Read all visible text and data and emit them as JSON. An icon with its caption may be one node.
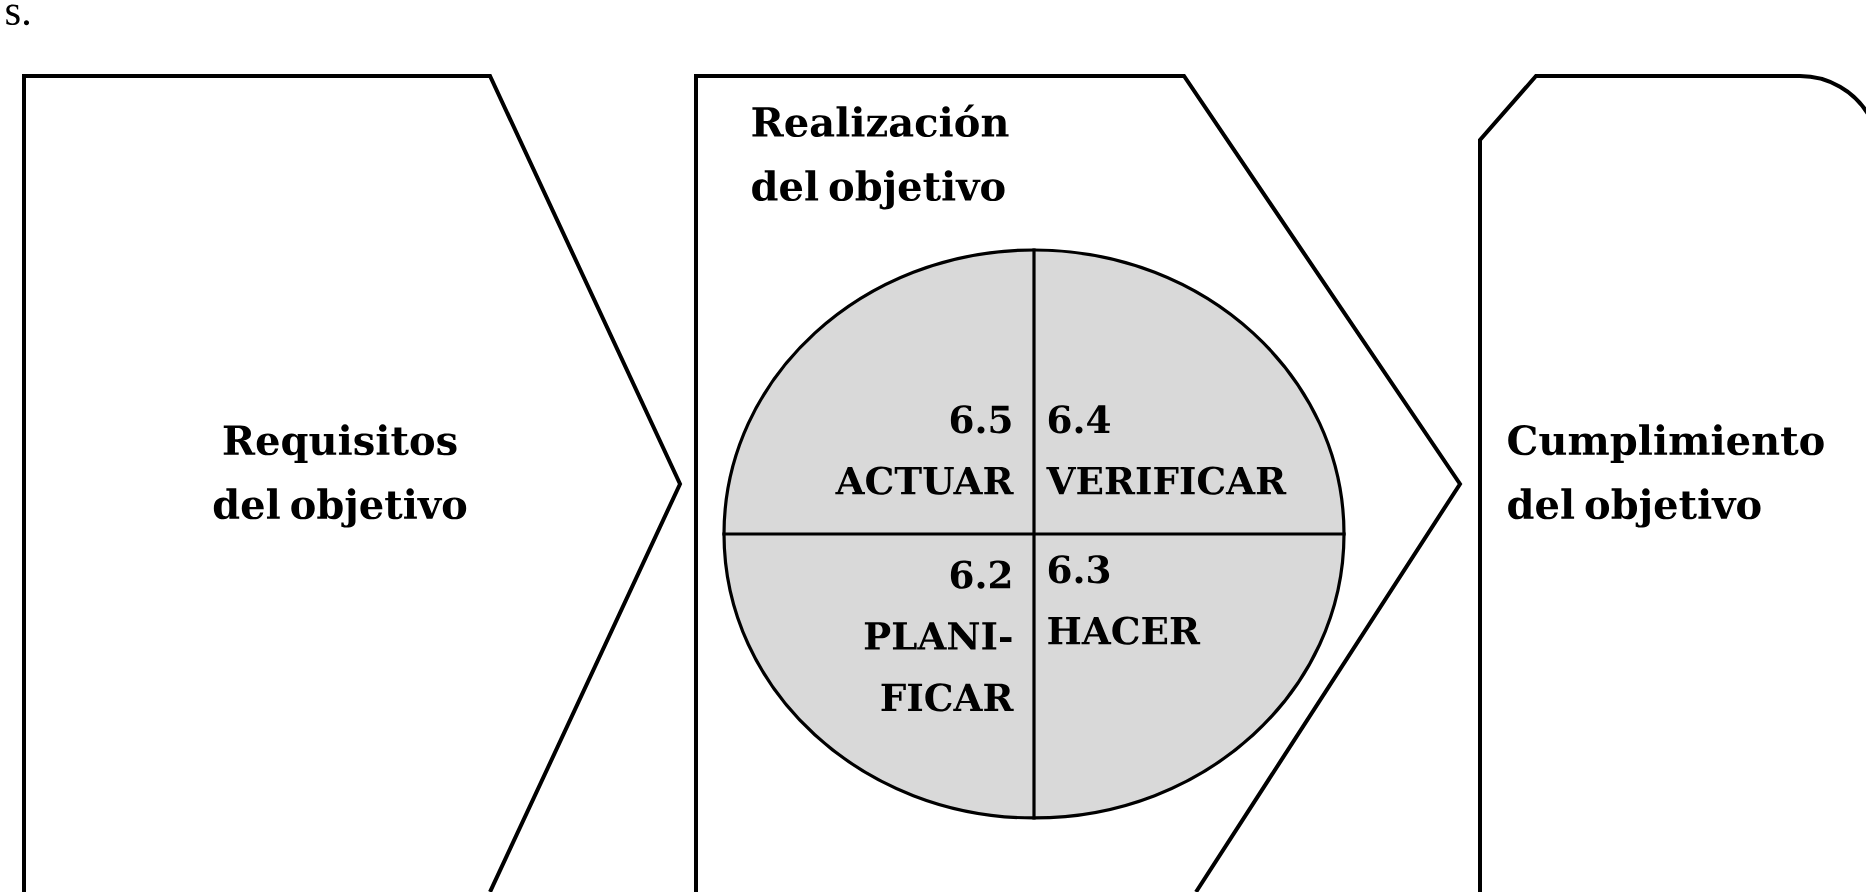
{
  "diagram": {
    "nodes": [
      {
        "text": [
          "Requisitos del objetivo"
        ]
      },
      {
        "text": [
          "Realización del objetivo"
        ]
      },
      {
        "text": [],
        "shape": "circle",
        "in": 1
      },
      {
        "text": [
          "6.5",
          "ACTUAR"
        ],
        "in": 2
      },
      {
        "text": [
          "6.4",
          "VERIFICAR"
        ],
        "in": 2
      },
      {
        "text": [
          "6.2",
          "PLANI- FICAR"
        ],
        "in": 2
      },
      {
        "text": [
          "6.3",
          "HACER"
        ],
        "in": 2
      },
      {
        "text": [
          "Cumplimiento del objetivo"
        ]
      }
    ],
    "edges": [],
    "labels": [
      "s."
    ]
  }
}
